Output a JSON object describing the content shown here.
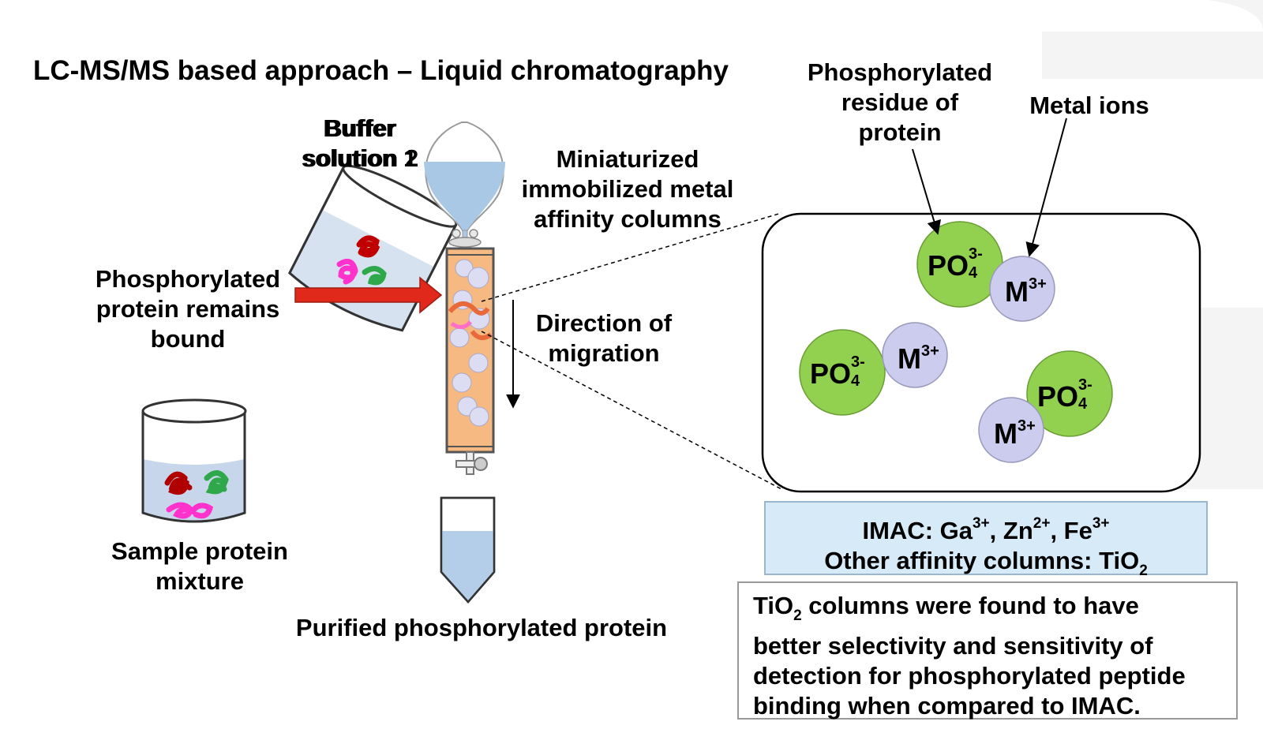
{
  "title": "LC-MS/MS based approach – Liquid chromatography",
  "labels": {
    "buffer1": "Buffer\nsolution 1",
    "buffer2": "Buffer\nsolution 2",
    "bound": "Phosphorylated\nprotein remains\nbound",
    "sample": "Sample protein\nmixture",
    "columns": "Miniaturized\nimmobilized metal\naffinity columns",
    "direction": "Direction of\nmigration",
    "purified": "Purified phosphorylated protein",
    "residue": "Phosphorylated\nresidue of\nprotein",
    "metal": "Metal ions"
  },
  "ions": {
    "phosphate_base": "PO",
    "phosphate_sub": "4",
    "phosphate_sup": "3-",
    "metal_base": "M",
    "metal_sup": "3+"
  },
  "imac": {
    "line1_prefix": "IMAC: Ga",
    "ga_charge": "3+",
    "zn": ", Zn",
    "zn_charge": "2+",
    "fe": ", Fe",
    "fe_charge": "3+",
    "line2_prefix": "Other affinity columns: TiO",
    "line2_sub": "2"
  },
  "note": {
    "ti": "TiO",
    "ti_sub": "2",
    "line1_rest": " columns were found to have",
    "line2": "better selectivity and sensitivity of",
    "line3": "detection for phosphorylated peptide",
    "line4": "binding when compared to IMAC."
  },
  "colors": {
    "phosphate": "#92d050",
    "metal": "#ccccee",
    "column": "#f6b981",
    "liquid": "#b8d0ea",
    "arrow": "#e0291b",
    "imac_fill": "#d6eaf8"
  }
}
